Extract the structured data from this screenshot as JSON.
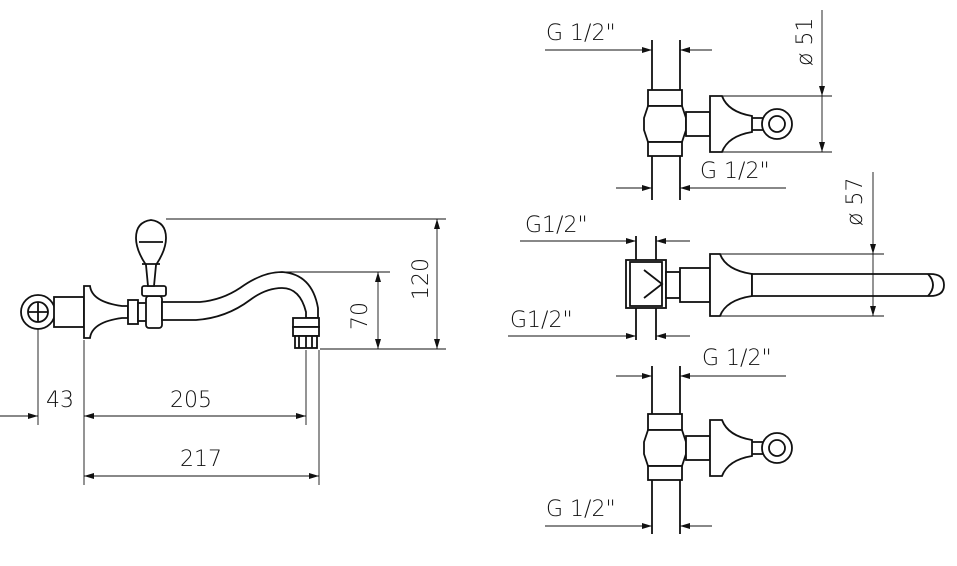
{
  "dimensions": {
    "left_43": "43",
    "left_205": "205",
    "left_217": "217",
    "left_70": "70",
    "left_120": "120",
    "top_thread_upper": "G  1/2\"",
    "top_thread_lower": "G  1/2\"",
    "top_diameter": "ø 51",
    "mid_thread_upper": "G1/2\"",
    "mid_thread_lower": "G1/2\"",
    "mid_diameter": "ø 57",
    "bottom_thread_upper": "G  1/2\"",
    "bottom_thread_lower": "G  1/2\""
  }
}
